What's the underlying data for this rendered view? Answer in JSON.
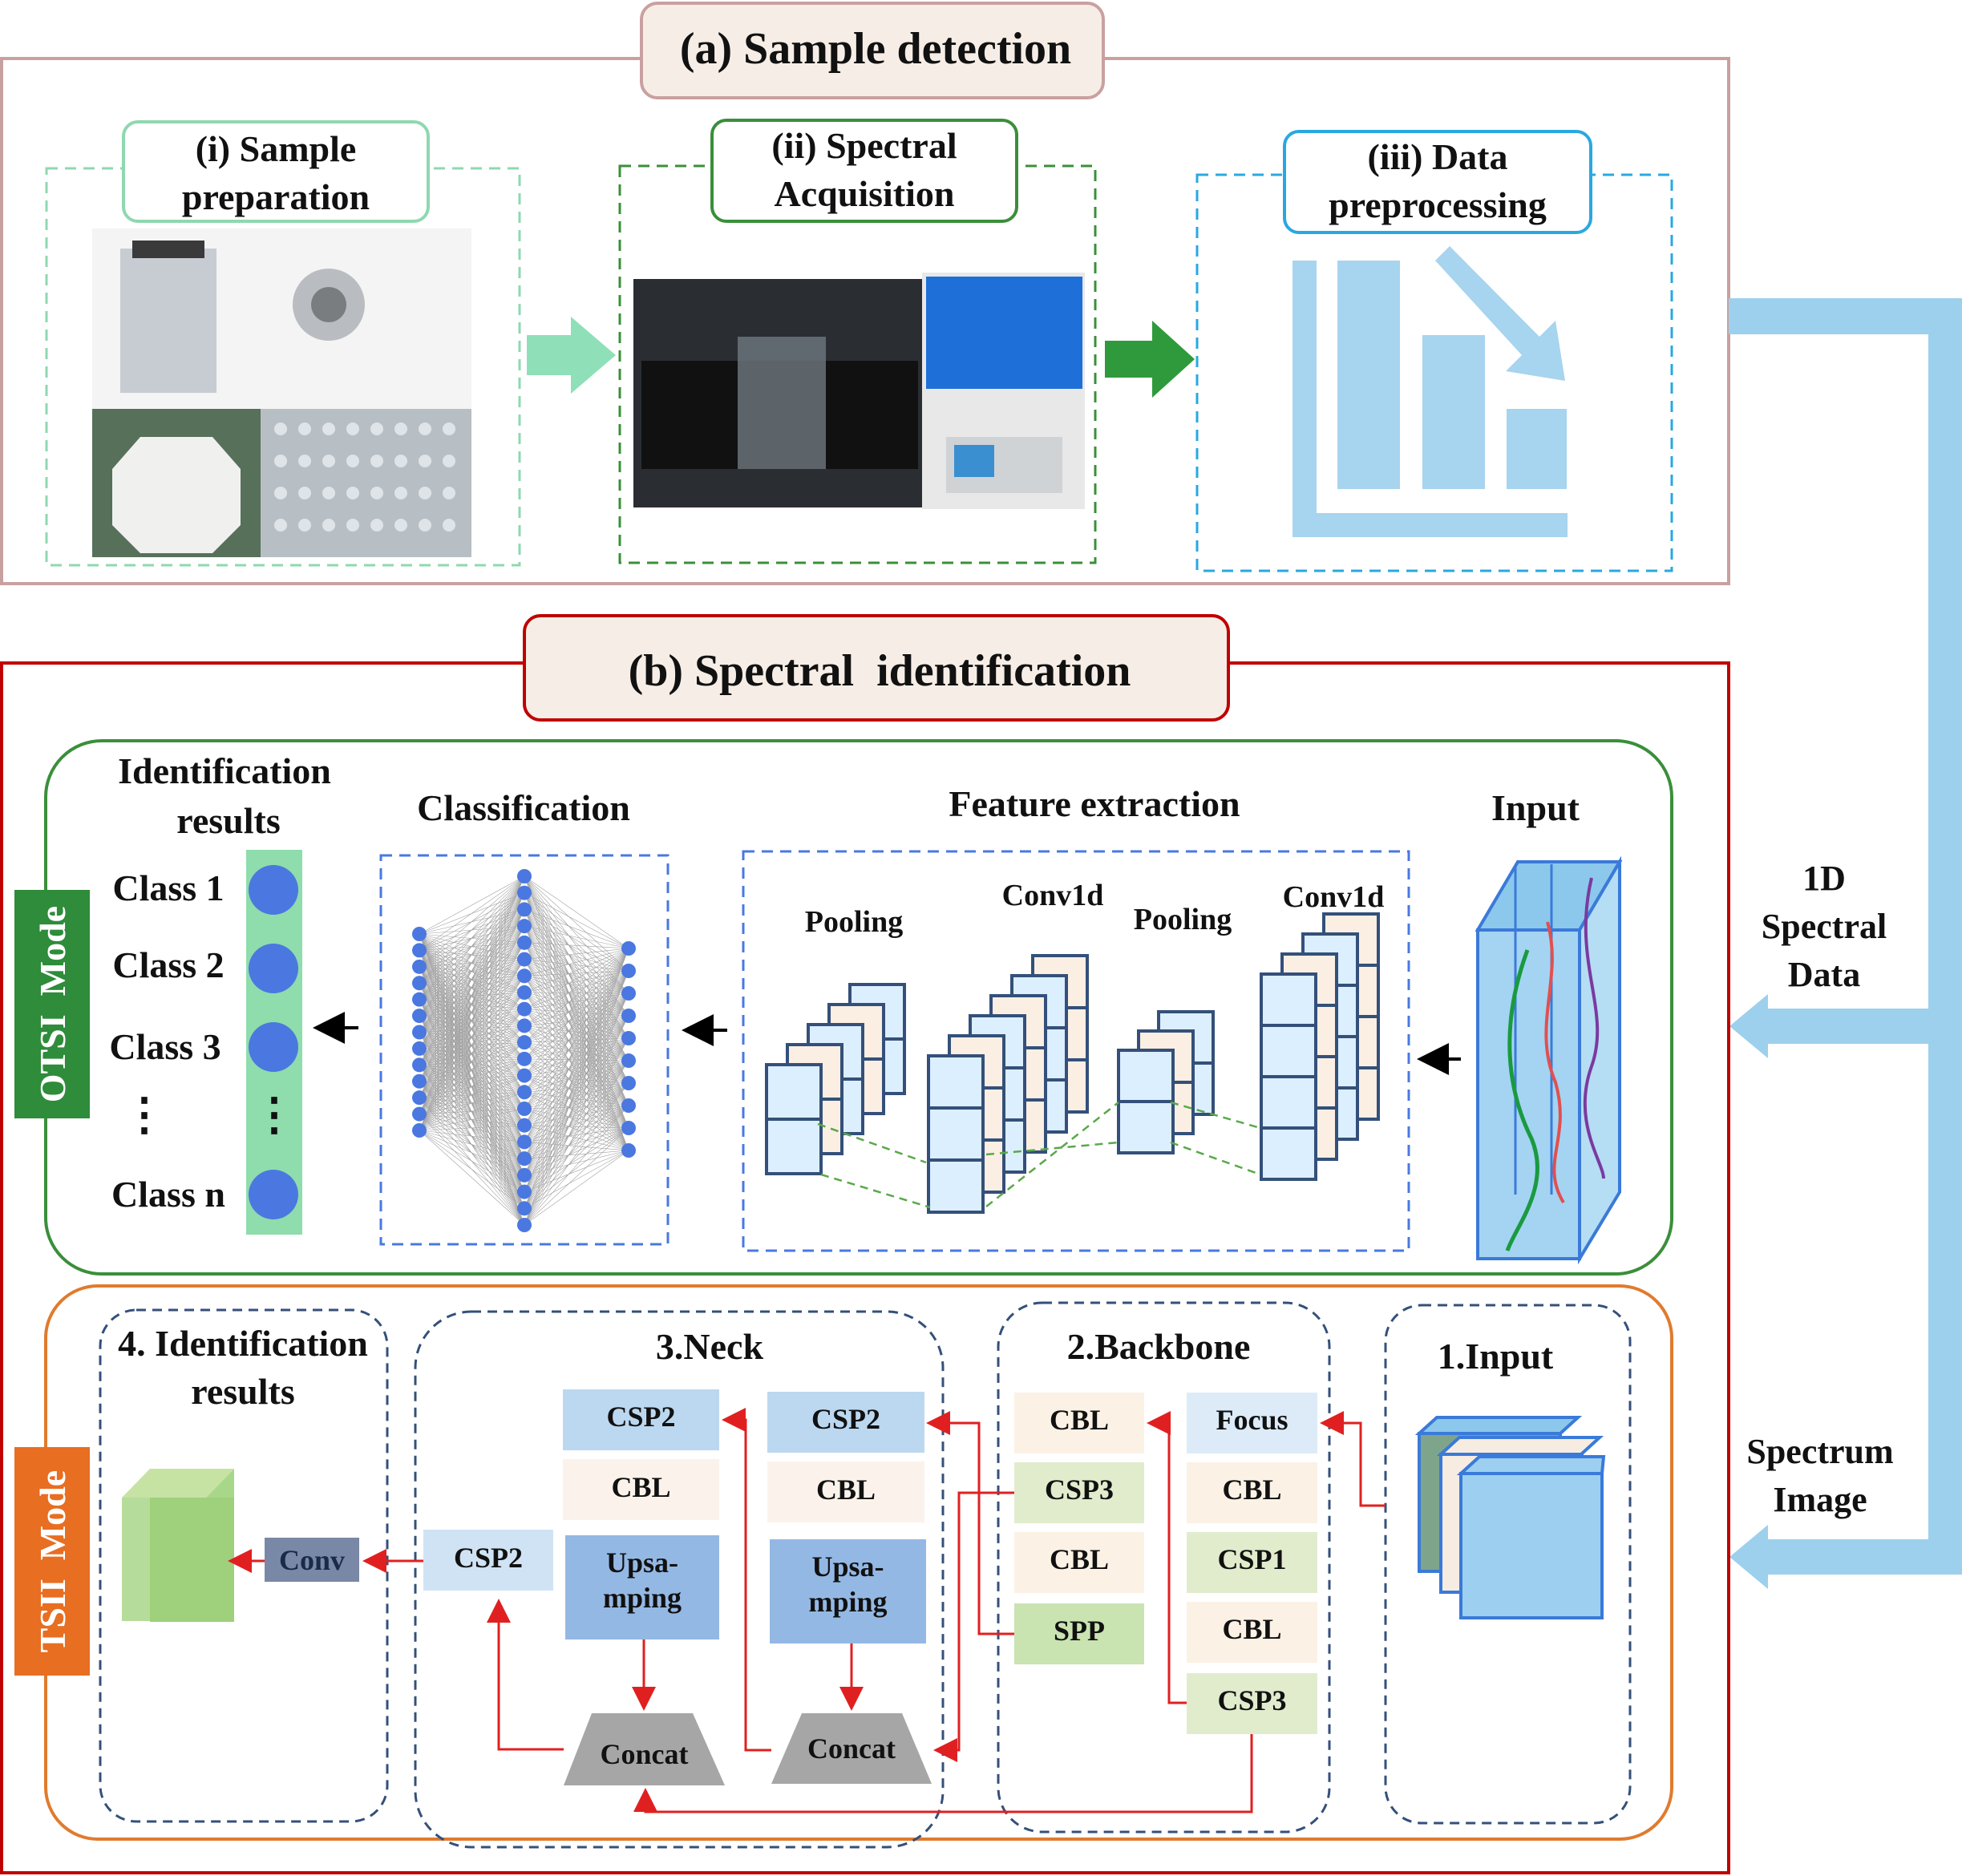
{
  "section_a": {
    "title": "(a) Sample detection",
    "step1": {
      "title_line1": "(i) Sample",
      "title_line2": "preparation"
    },
    "step2": {
      "title_line1": "(ii) Spectral",
      "title_line2": "Acquisition"
    },
    "step3": {
      "title_line1": "(iii) Data",
      "title_line2": "preprocessing"
    }
  },
  "side": {
    "spectral_line1": "1D",
    "spectral_line2": "Spectral",
    "spectral_line3": "Data",
    "image_line1": "Spectrum",
    "image_line2": "Image"
  },
  "section_b": {
    "title": "(b) Spectral  identification",
    "otsi": {
      "mode_label": "OTSI  Mode",
      "results_line1": "Identification",
      "results_line2": "results",
      "classes": [
        "Class 1",
        "Class 2",
        "Class 3",
        "⋮",
        "Class n"
      ],
      "classification": "Classification",
      "feature_extraction": "Feature extraction",
      "input": "Input",
      "layers": {
        "pooling1": "Pooling",
        "conv1": "Conv1d",
        "pooling2": "Pooling",
        "conv2": "Conv1d"
      }
    },
    "tsii": {
      "mode_label": "TSII  Mode",
      "results_line1": "4. Identification",
      "results_line2": "results",
      "neck_title": "3.Neck",
      "backbone_title": "2.Backbone",
      "input_title": "1.Input",
      "conv": "Conv",
      "neck": {
        "csp2_out": "CSP2",
        "col1": {
          "csp2": "CSP2",
          "cbl": "CBL",
          "ups_line1": "Upsa-",
          "ups_line2": "mping",
          "concat": "Concat"
        },
        "col2": {
          "csp2": "CSP2",
          "cbl": "CBL",
          "ups_line1": "Upsa-",
          "ups_line2": "mping",
          "concat": "Concat"
        }
      },
      "backbone": {
        "left": [
          "CBL",
          "CSP3",
          "CBL",
          "SPP"
        ],
        "right": [
          "Focus",
          "CBL",
          "CSP1",
          "CBL",
          "CSP3"
        ]
      }
    }
  },
  "colors": {
    "frame_a": "#c9a0a0",
    "frame_b": "#c00000",
    "otsi_green": "#3a8f3a",
    "tsii_orange": "#e07b2e",
    "light_blue": "#9dd0ec",
    "node_blue": "#4a78e0",
    "arrow_red": "#e02020"
  }
}
